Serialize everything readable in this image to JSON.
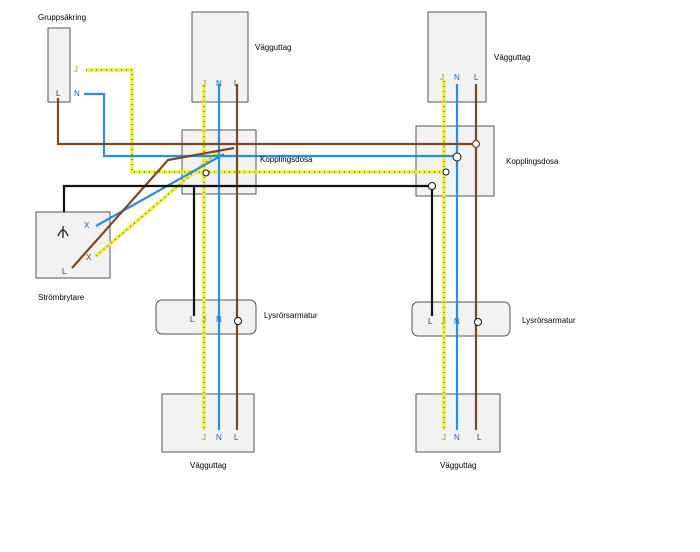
{
  "labels": {
    "fuse_title": "Gruppsäkring",
    "outlet_top_left": "Vägguttag",
    "outlet_top_right": "Vägguttag",
    "junction_left": "Kopplingsdosa",
    "junction_right": "Kopplingsdosa",
    "switch_title": "Strömbrytare",
    "fixture_left": "Lysrörsarmatur",
    "fixture_right": "Lysrörsarmatur",
    "outlet_bottom_left": "Vägguttag",
    "outlet_bottom_right": "Vägguttag"
  },
  "terminals": {
    "fuse": {
      "j": "J",
      "n": "N",
      "l": "L"
    },
    "outlet_top_left": {
      "j": "J",
      "n": "N",
      "l": "L"
    },
    "outlet_top_right": {
      "j": "J",
      "n": "N",
      "l": "L"
    },
    "switch": {
      "x1": "X",
      "x2": "X",
      "l": "L"
    },
    "fixture_left": {
      "l": "L",
      "j": "J",
      "n": "N"
    },
    "fixture_right": {
      "l": "L",
      "j": "J",
      "n": "N"
    },
    "outlet_bottom_left": {
      "j": "J",
      "n": "N",
      "l": "L"
    },
    "outlet_bottom_right": {
      "j": "J",
      "n": "N",
      "l": "L"
    }
  },
  "colors": {
    "phase": "#7a4a1e",
    "neutral": "#2e8ede",
    "switched": "#111111",
    "earth": "#f2ec3a",
    "earth_dots": "#1e8a3c",
    "terminal_j": "#b58900",
    "terminal_n": "#1f5fbf",
    "terminal_l": "#5a3a10"
  }
}
